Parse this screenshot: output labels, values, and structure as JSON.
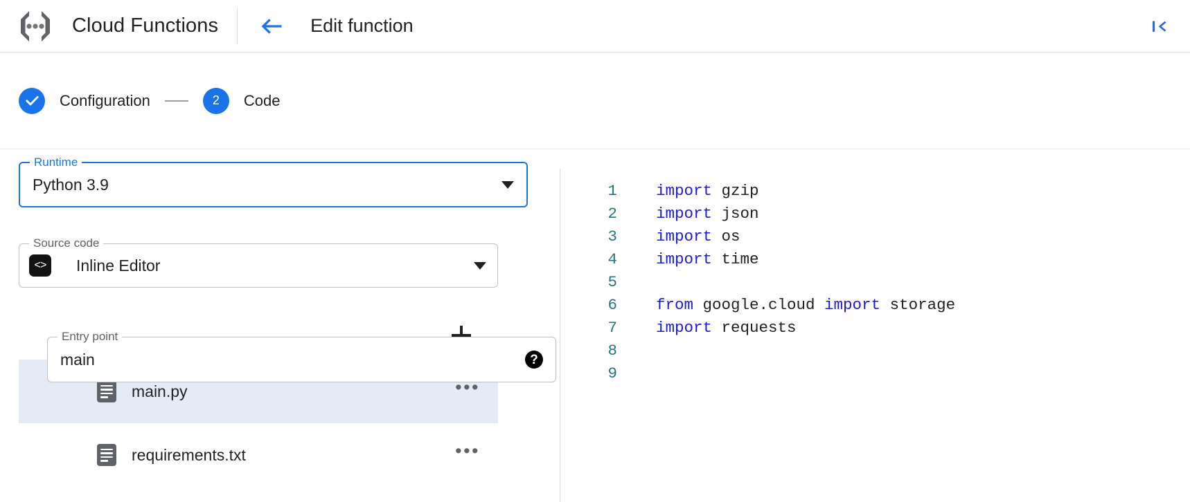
{
  "header": {
    "brand_title": "Cloud Functions",
    "brand_logo_icon": "cloud-functions-logo",
    "back_icon": "arrow-left-icon",
    "page_title": "Edit function",
    "collapse_icon": "collapse-panel-icon"
  },
  "stepper": {
    "steps": [
      {
        "marker": "✓",
        "label": "Configuration",
        "state": "complete"
      },
      {
        "marker": "2",
        "label": "Code",
        "state": "active"
      }
    ]
  },
  "form": {
    "runtime": {
      "legend": "Runtime",
      "value": "Python 3.9",
      "dropdown_icon": "chevron-down-icon",
      "help_icon": "help-icon",
      "help_glyph": "?"
    },
    "entry_point": {
      "legend": "Entry point",
      "value": "main",
      "placeholder": "main",
      "help_icon": "help-icon",
      "help_glyph": "?"
    },
    "source_code": {
      "legend": "Source code",
      "value": "Inline Editor",
      "chip_icon": "code-brackets-icon",
      "chip_glyph": "<>",
      "dropdown_icon": "chevron-down-icon"
    },
    "add_file": {
      "glyph": "+",
      "icon": "add-file-icon"
    }
  },
  "files": [
    {
      "name": "main.py",
      "icon": "file-icon",
      "menu_glyph": "•••",
      "selected": true
    },
    {
      "name": "requirements.txt",
      "icon": "file-icon",
      "menu_glyph": "•••",
      "selected": false
    }
  ],
  "editor": {
    "language": "python",
    "lines": [
      {
        "n": "1",
        "tokens": [
          {
            "t": "import",
            "c": "kw"
          },
          {
            "t": " gzip",
            "c": "plain"
          }
        ]
      },
      {
        "n": "2",
        "tokens": [
          {
            "t": "import",
            "c": "kw"
          },
          {
            "t": " json",
            "c": "plain"
          }
        ]
      },
      {
        "n": "3",
        "tokens": [
          {
            "t": "import",
            "c": "kw"
          },
          {
            "t": " os",
            "c": "plain"
          }
        ]
      },
      {
        "n": "4",
        "tokens": [
          {
            "t": "import",
            "c": "kw"
          },
          {
            "t": " time",
            "c": "plain"
          }
        ]
      },
      {
        "n": "5",
        "tokens": []
      },
      {
        "n": "6",
        "tokens": [
          {
            "t": "from",
            "c": "kw"
          },
          {
            "t": " google.cloud ",
            "c": "plain"
          },
          {
            "t": "import",
            "c": "kw"
          },
          {
            "t": " storage",
            "c": "plain"
          }
        ]
      },
      {
        "n": "7",
        "tokens": [
          {
            "t": "import",
            "c": "kw"
          },
          {
            "t": " requests",
            "c": "plain"
          }
        ]
      },
      {
        "n": "8",
        "tokens": []
      },
      {
        "n": "9",
        "tokens": []
      }
    ]
  },
  "colors": {
    "accent_blue": "#1a73e8",
    "keyword_blue": "#1a1ae8",
    "gutter_teal": "#25777f",
    "selected_row": "#e5eaf7",
    "border_gray": "#bdc1c6"
  }
}
